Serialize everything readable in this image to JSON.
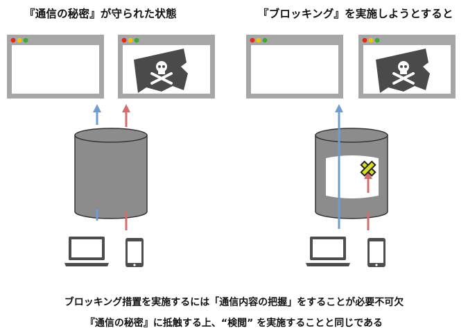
{
  "titles": {
    "left": "『通信の秘密』が守られた状態",
    "right": "『ブロッキング』を実施しようとすると"
  },
  "captions": {
    "line1": "ブロッキング措置を実施するには「通信内容の把握」をすることが必要不可欠",
    "line2": "『通信の秘密』に抵触する上、“検閲” を実施することと同じである"
  },
  "colors": {
    "window_gray": "#a6a6a6",
    "cylinder_gray": "#8c8c8c",
    "blue_arrow": "#6d9ecf",
    "red_arrow": "#d66b6b",
    "dot_red": "#e02b20",
    "dot_yellow": "#f0c20c",
    "dot_green": "#3aaa35",
    "flag_dark": "#4a4a4a",
    "x_marker": "#d8dd2a"
  },
  "icons": {
    "window": "browser-window-icon",
    "pirate_flag": "pirate-flag-icon",
    "laptop": "laptop-icon",
    "tablet": "tablet-icon",
    "server": "server-cylinder-icon",
    "block": "block-x-icon"
  }
}
